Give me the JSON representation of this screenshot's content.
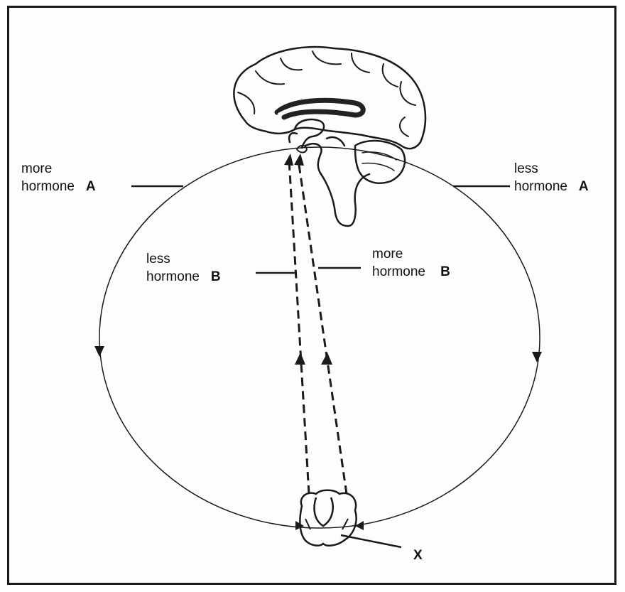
{
  "labels": {
    "top_left": {
      "line1": "more",
      "line2": "hormone",
      "letter": "A"
    },
    "top_right": {
      "line1": "less",
      "line2": "hormone",
      "letter": "A"
    },
    "middle_left": {
      "line1": "less",
      "line2": "hormone",
      "letter": "B"
    },
    "middle_right": {
      "line1": "more",
      "line2": "hormone",
      "letter": "B"
    },
    "gland": "X"
  },
  "colors": {
    "ink": "#1a1a1a",
    "background": "#fdfdfb"
  }
}
